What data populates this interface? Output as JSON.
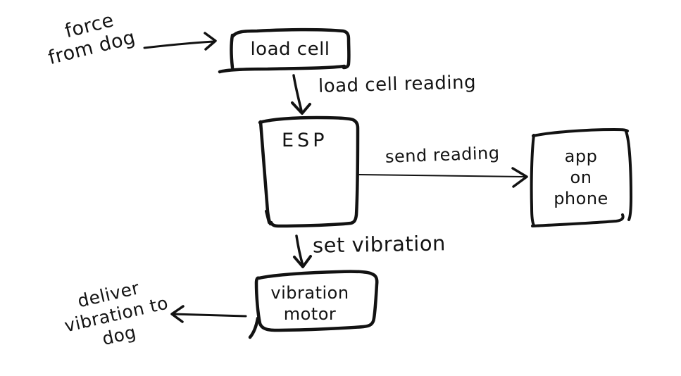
{
  "canvas": {
    "background_color": "#ffffff",
    "ink_color": "#121212",
    "description": "Hand-drawn flowchart of dog force sensing and vibration feedback system"
  },
  "nodes": {
    "load_cell": {
      "label": "load cell"
    },
    "esp": {
      "label": "ESP"
    },
    "app_on_phone": {
      "lines": [
        "app",
        "on",
        "phone"
      ]
    },
    "vibration_motor": {
      "lines": [
        "vibration",
        "motor"
      ]
    }
  },
  "edge_labels": {
    "load_cell_reading": "load cell reading",
    "send_reading": "send reading",
    "set_vibration": "set vibration"
  },
  "annotations": {
    "force_from_dog": {
      "lines": [
        "force",
        "from dog"
      ]
    },
    "deliver_vibration_to_dog": {
      "lines": [
        "deliver",
        "vibration to",
        "dog"
      ]
    }
  }
}
